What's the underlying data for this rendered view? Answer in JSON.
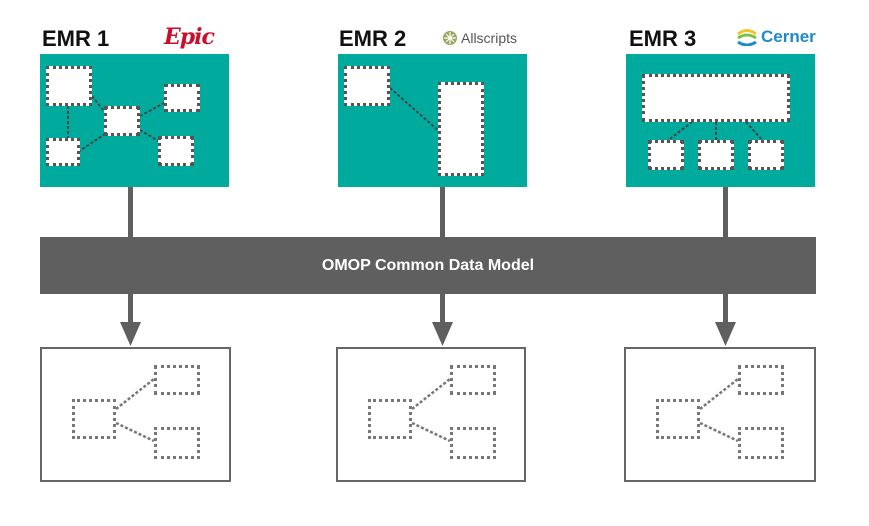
{
  "emrs": [
    {
      "title": "EMR 1",
      "vendor": "Epic"
    },
    {
      "title": "EMR 2",
      "vendor": "Allscripts"
    },
    {
      "title": "EMR 3",
      "vendor": "Cerner"
    }
  ],
  "cdm": {
    "label": "OMOP Common Data Model"
  },
  "colors": {
    "emr_fill": "#00ab9e",
    "bar": "#5f5f5f",
    "epic": "#c8102e",
    "cerner": "#1f8ac9"
  },
  "icons": {
    "allscripts": "allscripts-logo-icon",
    "cerner": "cerner-logo-icon"
  }
}
